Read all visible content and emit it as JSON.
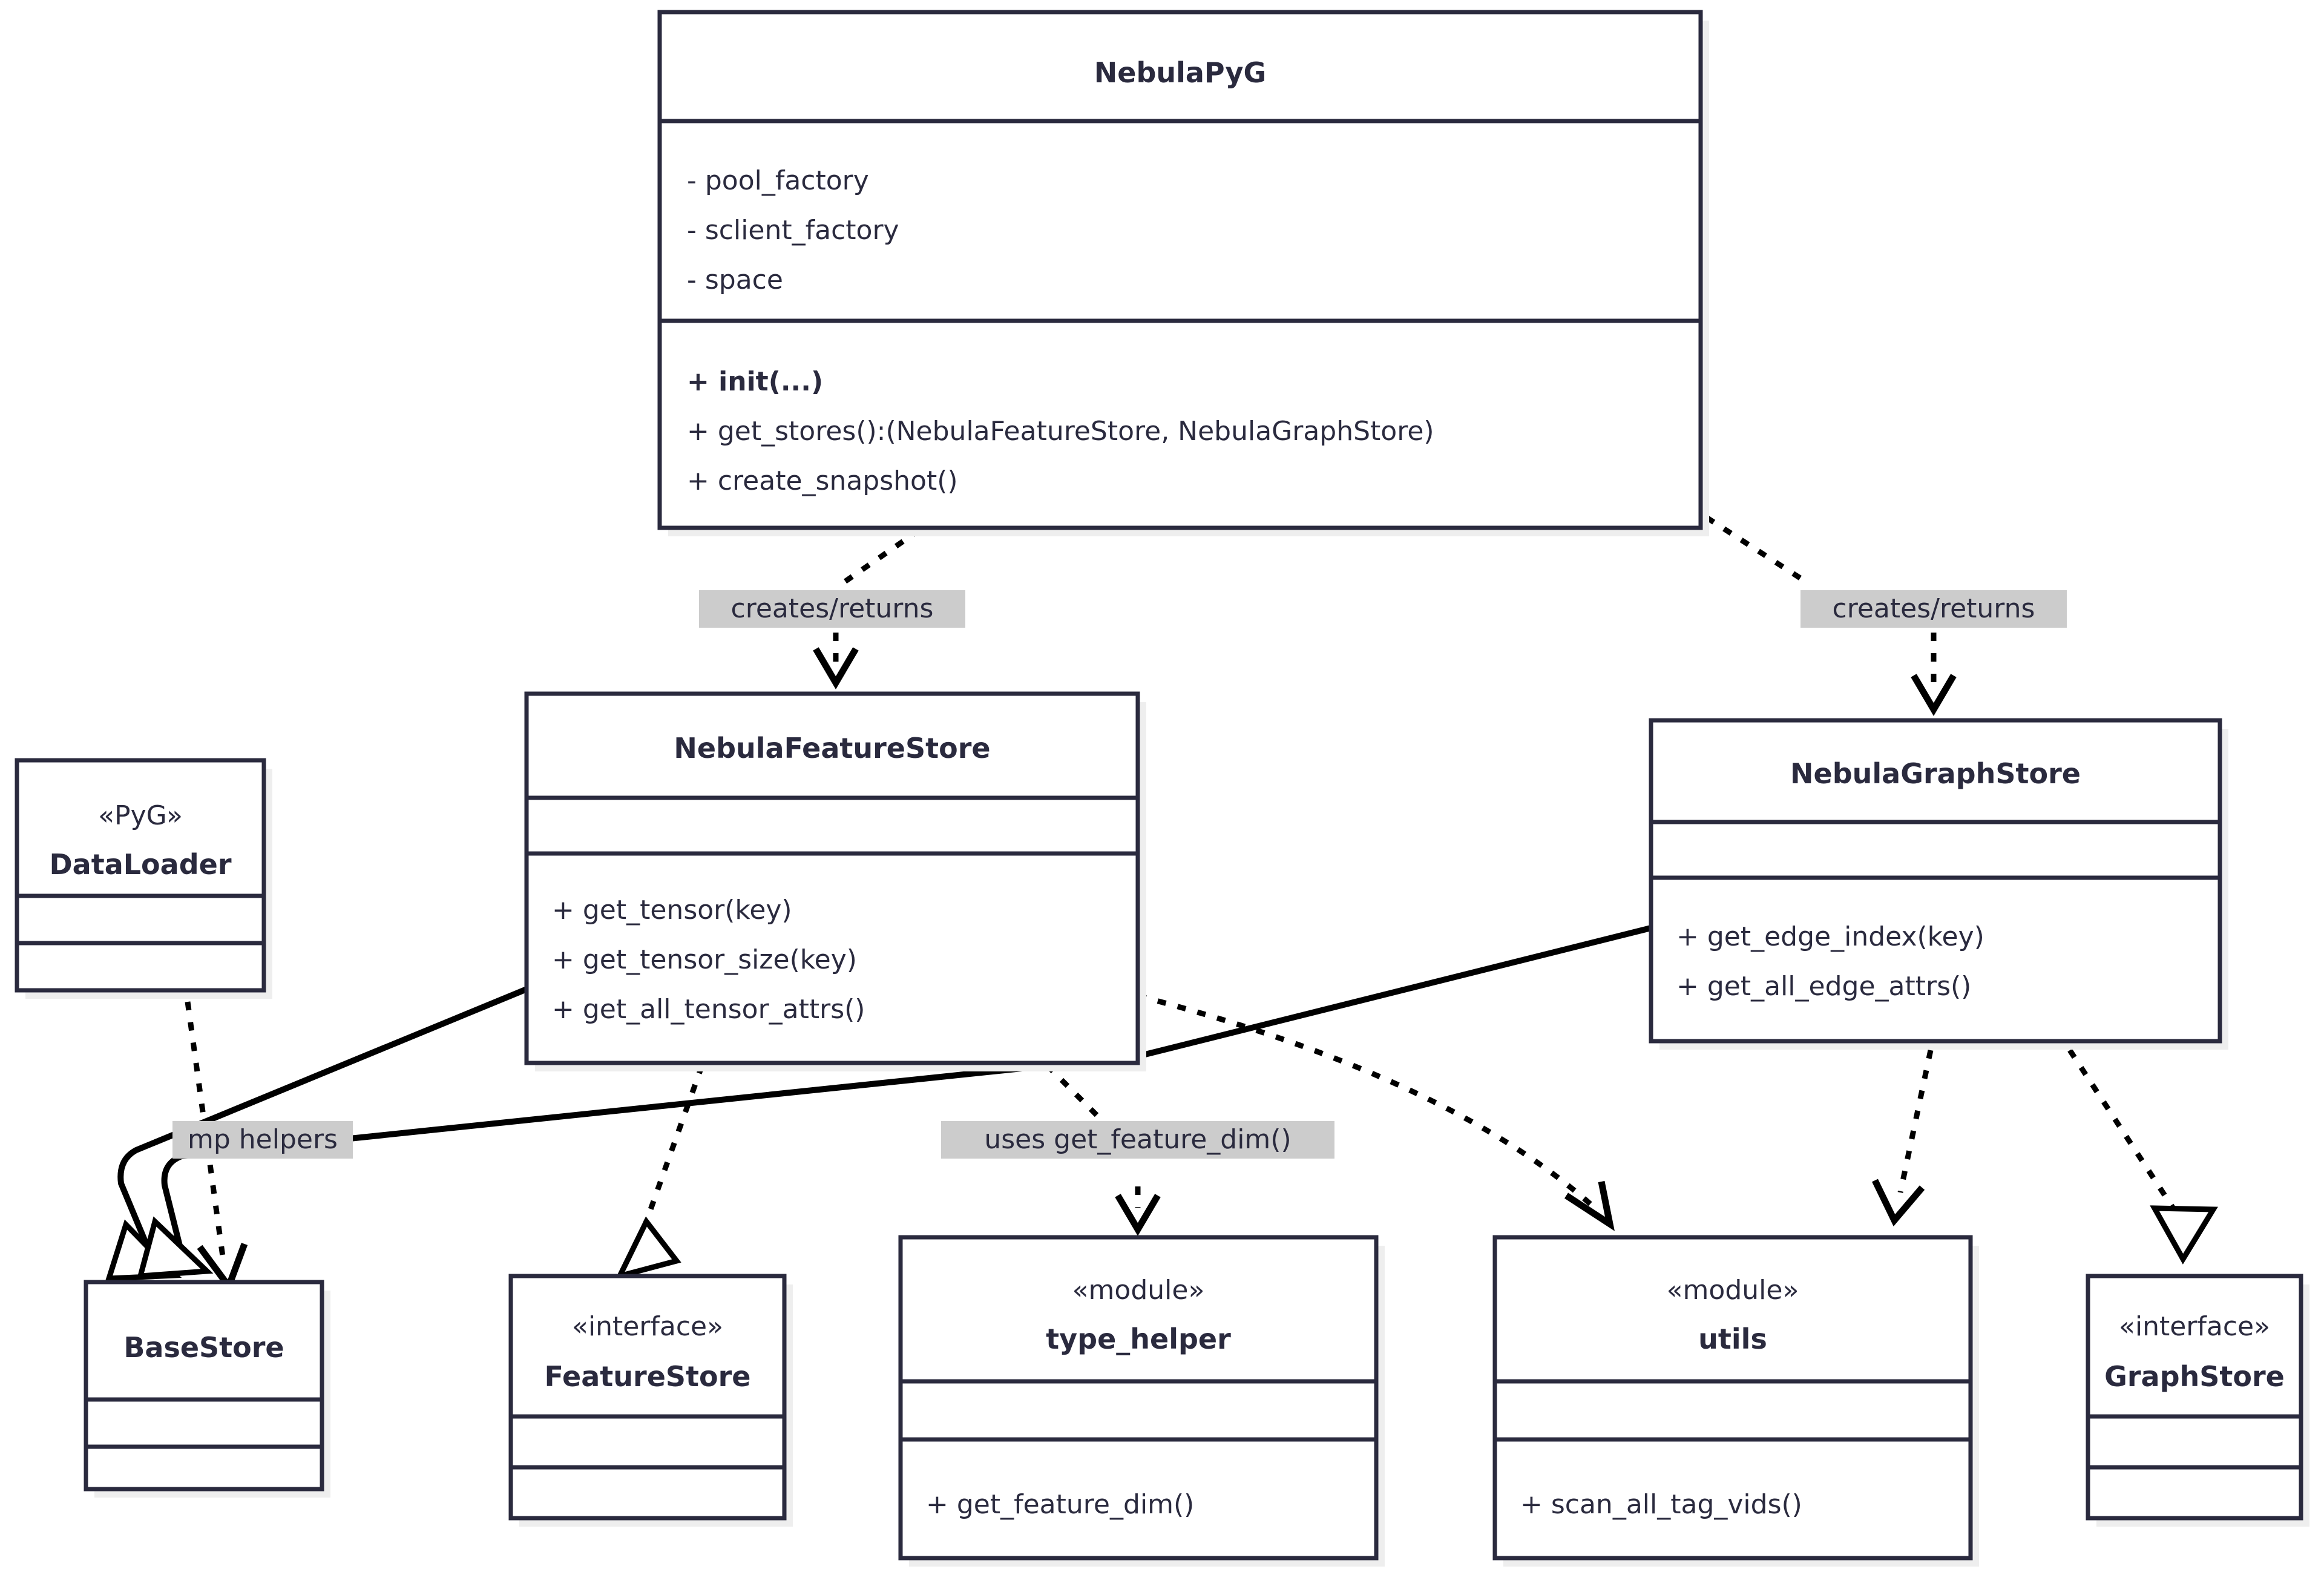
{
  "diagram": {
    "kind": "uml-class-diagram",
    "colors": {
      "border": "#2a2a3e",
      "box_fill": "#ffffff",
      "shadow": "#eeeeee",
      "edge": "#000000",
      "label_highlight": "#cccccc",
      "text": "#2a2a3e",
      "background": "#ffffff"
    }
  },
  "classes": {
    "nebula_pyg": {
      "name": "NebulaPyG",
      "stereotype": "",
      "attributes": [
        "- pool_factory",
        "- sclient_factory",
        "- space"
      ],
      "methods": [
        "+ init(...)",
        "+ get_stores():(NebulaFeatureStore, NebulaGraphStore)",
        "+ create_snapshot()"
      ],
      "methods_bold_index": 0
    },
    "nebula_feature_store": {
      "name": "NebulaFeatureStore",
      "stereotype": "",
      "attributes": [],
      "methods": [
        "+ get_tensor(key)",
        "+ get_tensor_size(key)",
        "+ get_all_tensor_attrs()"
      ]
    },
    "nebula_graph_store": {
      "name": "NebulaGraphStore",
      "stereotype": "",
      "attributes": [],
      "methods": [
        "+ get_edge_index(key)",
        "+ get_all_edge_attrs()"
      ]
    },
    "data_loader": {
      "name": "DataLoader",
      "stereotype": "«PyG»",
      "attributes": [],
      "methods": []
    },
    "base_store": {
      "name": "BaseStore",
      "stereotype": "",
      "attributes": [],
      "methods": []
    },
    "feature_store": {
      "name": "FeatureStore",
      "stereotype": "«interface»",
      "attributes": [],
      "methods": []
    },
    "type_helper": {
      "name": "type_helper",
      "stereotype": "«module»",
      "attributes": [],
      "methods": [
        "+ get_feature_dim()"
      ]
    },
    "utils": {
      "name": "utils",
      "stereotype": "«module»",
      "attributes": [],
      "methods": [
        "+ scan_all_tag_vids()"
      ]
    },
    "graph_store": {
      "name": "GraphStore",
      "stereotype": "«interface»",
      "attributes": [],
      "methods": []
    }
  },
  "edge_labels": {
    "creates_returns_feature": "creates/returns",
    "creates_returns_graph": "creates/returns",
    "mp_helpers": "mp helpers",
    "uses_get_feature_dim": "uses get_feature_dim()"
  },
  "relationships": [
    {
      "from": "NebulaPyG",
      "to": "NebulaFeatureStore",
      "type": "dependency",
      "label": "creates/returns"
    },
    {
      "from": "NebulaPyG",
      "to": "NebulaGraphStore",
      "type": "dependency",
      "label": "creates/returns"
    },
    {
      "from": "NebulaFeatureStore",
      "to": "BaseStore",
      "type": "inheritance",
      "label": "mp helpers"
    },
    {
      "from": "NebulaGraphStore",
      "to": "BaseStore",
      "type": "inheritance",
      "label": ""
    },
    {
      "from": "DataLoader",
      "to": "BaseStore",
      "type": "dependency",
      "label": ""
    },
    {
      "from": "NebulaFeatureStore",
      "to": "FeatureStore",
      "type": "realization",
      "label": ""
    },
    {
      "from": "NebulaFeatureStore",
      "to": "type_helper",
      "type": "dependency",
      "label": "uses get_feature_dim()"
    },
    {
      "from": "NebulaFeatureStore",
      "to": "utils",
      "type": "dependency",
      "label": ""
    },
    {
      "from": "NebulaGraphStore",
      "to": "utils",
      "type": "dependency",
      "label": ""
    },
    {
      "from": "NebulaGraphStore",
      "to": "GraphStore",
      "type": "realization",
      "label": ""
    }
  ]
}
